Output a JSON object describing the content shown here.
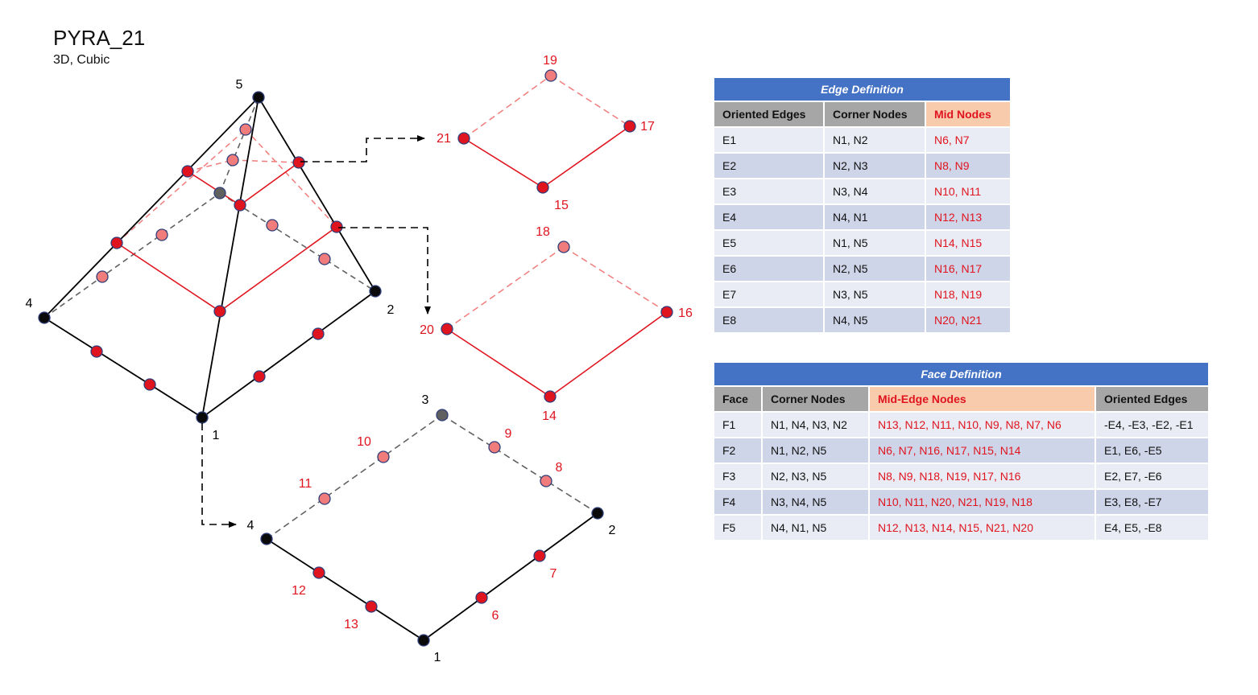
{
  "title": "PYRA_21",
  "subtitle": "3D, Cubic",
  "colors": {
    "red": "#e0141e",
    "black": "#000000",
    "gray": "#606060",
    "header_blue": "#4472c4"
  },
  "pyramid_labels": {
    "n1": "1",
    "n2": "2",
    "n4": "4",
    "n5": "5"
  },
  "top_square_labels": {
    "n19": "19",
    "n17": "17",
    "n21": "21",
    "n15": "15"
  },
  "middle_square_labels": {
    "n18": "18",
    "n16": "16",
    "n20": "20",
    "n14": "14"
  },
  "base_labels": {
    "n3": "3",
    "n2": "2",
    "n4": "4",
    "n1": "1",
    "n10": "10",
    "n9": "9",
    "n8": "8",
    "n11": "11",
    "n7": "7",
    "n12": "12",
    "n6": "6",
    "n13": "13"
  },
  "edge_table": {
    "caption": "Edge Definition",
    "headers": [
      "Oriented Edges",
      "Corner Nodes",
      "Mid Nodes"
    ],
    "rows": [
      [
        "E1",
        "N1, N2",
        "N6, N7"
      ],
      [
        "E2",
        "N2, N3",
        "N8, N9"
      ],
      [
        "E3",
        "N3, N4",
        "N10, N11"
      ],
      [
        "E4",
        "N4, N1",
        "N12, N13"
      ],
      [
        "E5",
        "N1, N5",
        "N14, N15"
      ],
      [
        "E6",
        "N2, N5",
        "N16, N17"
      ],
      [
        "E7",
        "N3, N5",
        "N18, N19"
      ],
      [
        "E8",
        "N4, N5",
        "N20, N21"
      ]
    ]
  },
  "face_table": {
    "caption": "Face Definition",
    "headers": [
      "Face",
      "Corner Nodes",
      "Mid-Edge Nodes",
      "Oriented Edges"
    ],
    "rows": [
      [
        "F1",
        "N1, N4, N3, N2",
        "N13, N12, N11, N10, N9, N8, N7, N6",
        "-E4, -E3, -E2, -E1"
      ],
      [
        "F2",
        "N1, N2, N5",
        "N6, N7, N16, N17, N15, N14",
        "E1, E6, -E5"
      ],
      [
        "F3",
        "N2, N3, N5",
        "N8, N9, N18, N19, N17, N16",
        "E2, E7, -E6"
      ],
      [
        "F4",
        "N3, N4, N5",
        "N10, N11, N20, N21, N19, N18",
        "E3, E8, -E7"
      ],
      [
        "F5",
        "N4, N1, N5",
        "N12, N13, N14, N15, N21, N20",
        "E4, E5, -E8"
      ]
    ]
  }
}
